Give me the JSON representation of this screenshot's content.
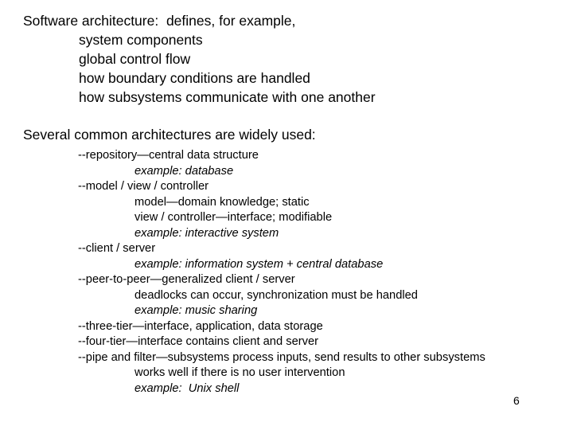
{
  "slide": {
    "intro": {
      "heading": "Software architecture:  defines, for example,",
      "items": [
        "system components",
        "global control flow",
        "how boundary conditions are handled",
        "how subsystems communicate with one another"
      ]
    },
    "section_heading": "Several common architectures are widely used:",
    "list": [
      {
        "level": 1,
        "style": "normal",
        "text": "--repository—central data structure"
      },
      {
        "level": 2,
        "style": "italic",
        "text": "example: database"
      },
      {
        "level": 1,
        "style": "normal",
        "text": "--model / view / controller"
      },
      {
        "level": 2,
        "style": "normal",
        "text": "model—domain knowledge; static"
      },
      {
        "level": 2,
        "style": "normal",
        "text": "view / controller—interface; modifiable"
      },
      {
        "level": 2,
        "style": "italic",
        "text": "example: interactive system"
      },
      {
        "level": 1,
        "style": "normal",
        "text": "--client / server"
      },
      {
        "level": 2,
        "style": "italic",
        "text": "example: information system + central database"
      },
      {
        "level": 1,
        "style": "normal",
        "text": "--peer-to-peer—generalized client / server"
      },
      {
        "level": 2,
        "style": "normal",
        "text": "deadlocks can occur, synchronization must be handled"
      },
      {
        "level": 2,
        "style": "italic",
        "text": "example: music sharing"
      },
      {
        "level": 1,
        "style": "normal",
        "text": "--three-tier—interface, application, data storage"
      },
      {
        "level": 1,
        "style": "normal",
        "text": "--four-tier—interface contains client and server"
      },
      {
        "level": 1,
        "style": "normal",
        "text": "--pipe and filter—subsystems process inputs, send results to other subsystems"
      },
      {
        "level": 2,
        "style": "normal",
        "text": "works well if there is no user intervention"
      },
      {
        "level": 2,
        "style": "italic",
        "text": "example:  Unix shell"
      }
    ],
    "page_number": "6"
  }
}
